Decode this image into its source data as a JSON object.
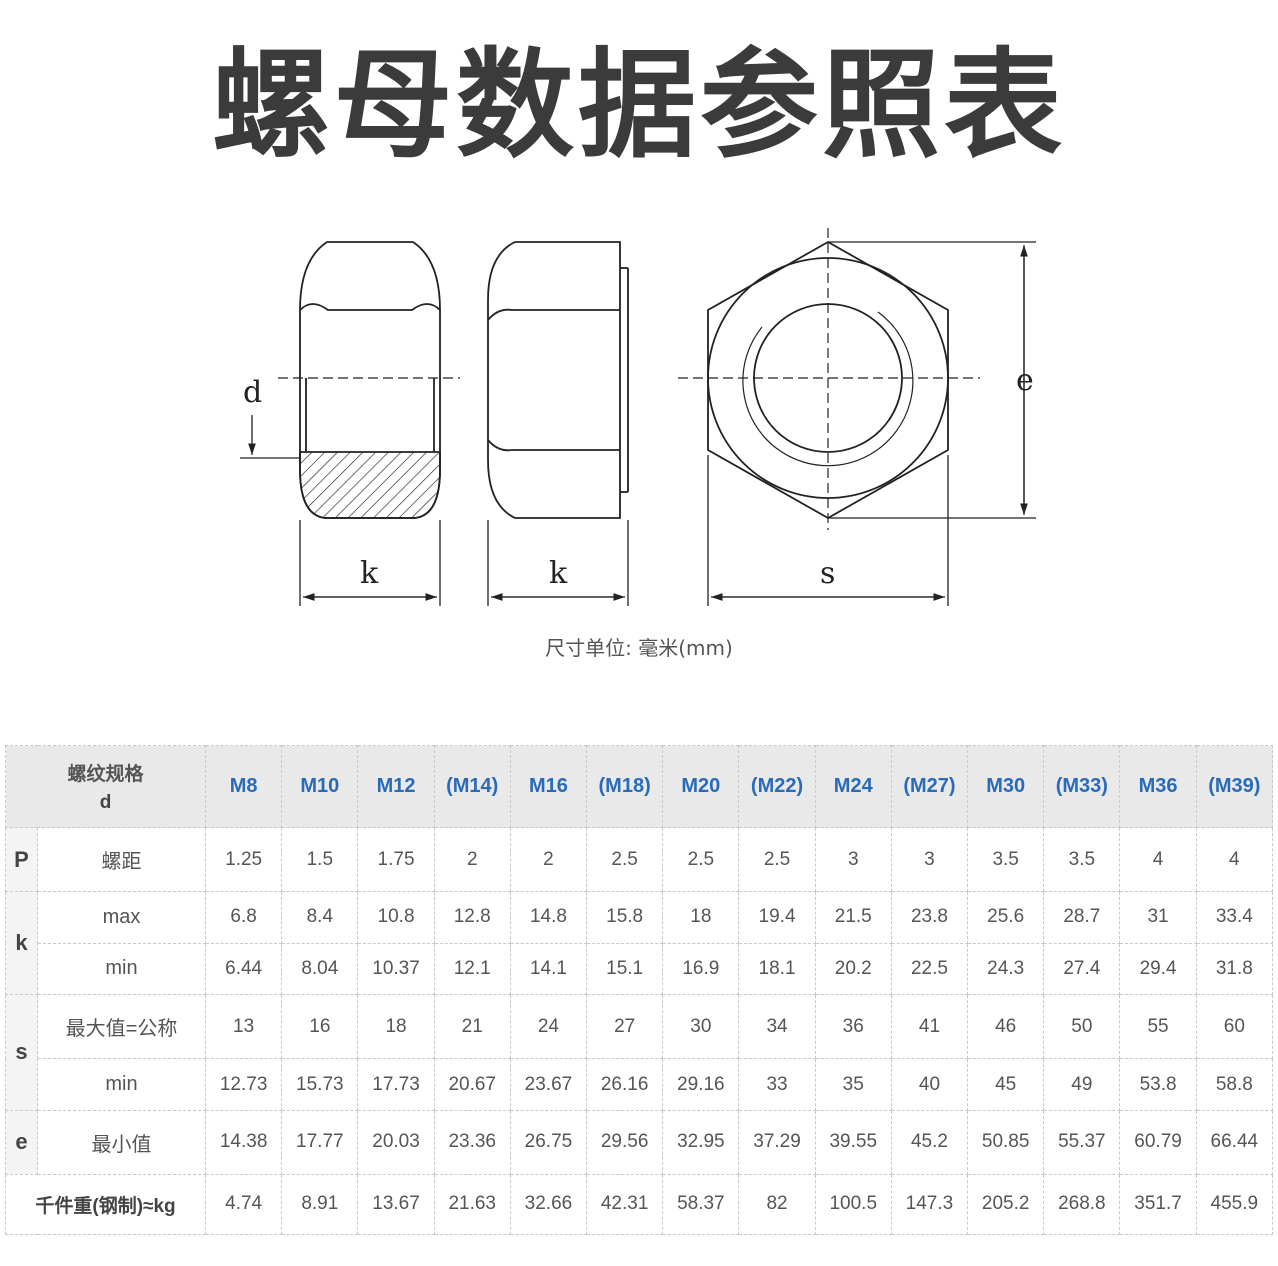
{
  "title": "螺母数据参照表",
  "drawing": {
    "labels": {
      "d": "d",
      "k1": "k",
      "k2": "k",
      "s": "s",
      "e": "e"
    }
  },
  "unit_note": "尺寸单位: 毫米(mm)",
  "table": {
    "header_label_top": "螺纹规格",
    "header_label_bottom": "d",
    "sizes": [
      "M8",
      "M10",
      "M12",
      "(M14)",
      "M16",
      "(M18)",
      "M20",
      "(M22)",
      "M24",
      "(M27)",
      "M30",
      "(M33)",
      "M36",
      "(M39)"
    ],
    "rows": {
      "P": {
        "symbol": "P",
        "label": "螺距",
        "values": [
          "1.25",
          "1.5",
          "1.75",
          "2",
          "2",
          "2.5",
          "2.5",
          "2.5",
          "3",
          "3",
          "3.5",
          "3.5",
          "4",
          "4"
        ]
      },
      "k_max": {
        "symbol": "k",
        "label": "max",
        "values": [
          "6.8",
          "8.4",
          "10.8",
          "12.8",
          "14.8",
          "15.8",
          "18",
          "19.4",
          "21.5",
          "23.8",
          "25.6",
          "28.7",
          "31",
          "33.4"
        ]
      },
      "k_min": {
        "label": "min",
        "values": [
          "6.44",
          "8.04",
          "10.37",
          "12.1",
          "14.1",
          "15.1",
          "16.9",
          "18.1",
          "20.2",
          "22.5",
          "24.3",
          "27.4",
          "29.4",
          "31.8"
        ]
      },
      "s_max": {
        "symbol": "s",
        "label": "最大值=公称",
        "values": [
          "13",
          "16",
          "18",
          "21",
          "24",
          "27",
          "30",
          "34",
          "36",
          "41",
          "46",
          "50",
          "55",
          "60"
        ]
      },
      "s_min": {
        "label": "min",
        "values": [
          "12.73",
          "15.73",
          "17.73",
          "20.67",
          "23.67",
          "26.16",
          "29.16",
          "33",
          "35",
          "40",
          "45",
          "49",
          "53.8",
          "58.8"
        ]
      },
      "e": {
        "symbol": "e",
        "label": "最小值",
        "values": [
          "14.38",
          "17.77",
          "20.03",
          "23.36",
          "26.75",
          "29.56",
          "32.95",
          "37.29",
          "39.55",
          "45.2",
          "50.85",
          "55.37",
          "60.79",
          "66.44"
        ]
      },
      "weight": {
        "label": "千件重(钢制)≈kg",
        "values": [
          "4.74",
          "8.91",
          "13.67",
          "21.63",
          "32.66",
          "42.31",
          "58.37",
          "82",
          "100.5",
          "147.3",
          "205.2",
          "268.8",
          "351.7",
          "455.9"
        ]
      }
    }
  }
}
